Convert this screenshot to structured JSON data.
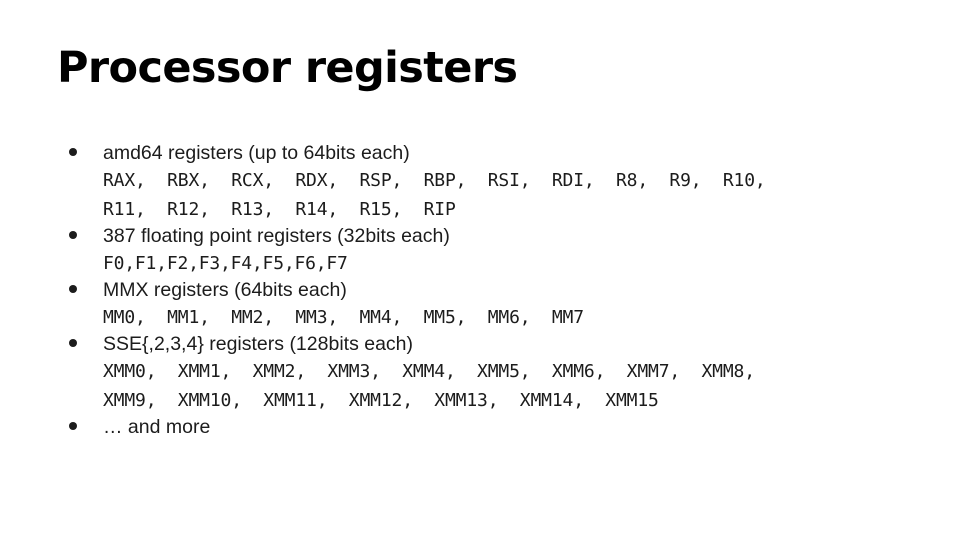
{
  "slide": {
    "title": "Processor registers",
    "background_color": "#ffffff",
    "title_color": "#000000",
    "body_color": "#1c1c1c",
    "bullet_marker": "bullet-dot"
  },
  "bullets": [
    {
      "heading": "amd64 registers (up to 64bits each)",
      "register_lines": [
        "RAX,  RBX,  RCX,  RDX,  RSP,  RBP,  RSI,  RDI,  R8,  R9,  R10,",
        "R11,  R12,  R13,  R14,  R15,  RIP"
      ]
    },
    {
      "heading": "387 floating point registers (32bits each)",
      "register_lines": [
        "F0,F1,F2,F3,F4,F5,F6,F7"
      ]
    },
    {
      "heading": "MMX registers (64bits each)",
      "register_lines": [
        "MM0,  MM1,  MM2,  MM3,  MM4,  MM5,  MM6,  MM7"
      ]
    },
    {
      "heading": "SSE{,2,3,4} registers (128bits each)",
      "register_lines": [
        "XMM0,  XMM1,  XMM2,  XMM3,  XMM4,  XMM5,  XMM6,  XMM7,  XMM8,",
        "XMM9,  XMM10,  XMM11,  XMM12,  XMM13,  XMM14,  XMM15"
      ]
    },
    {
      "heading": "… and more",
      "register_lines": []
    }
  ]
}
